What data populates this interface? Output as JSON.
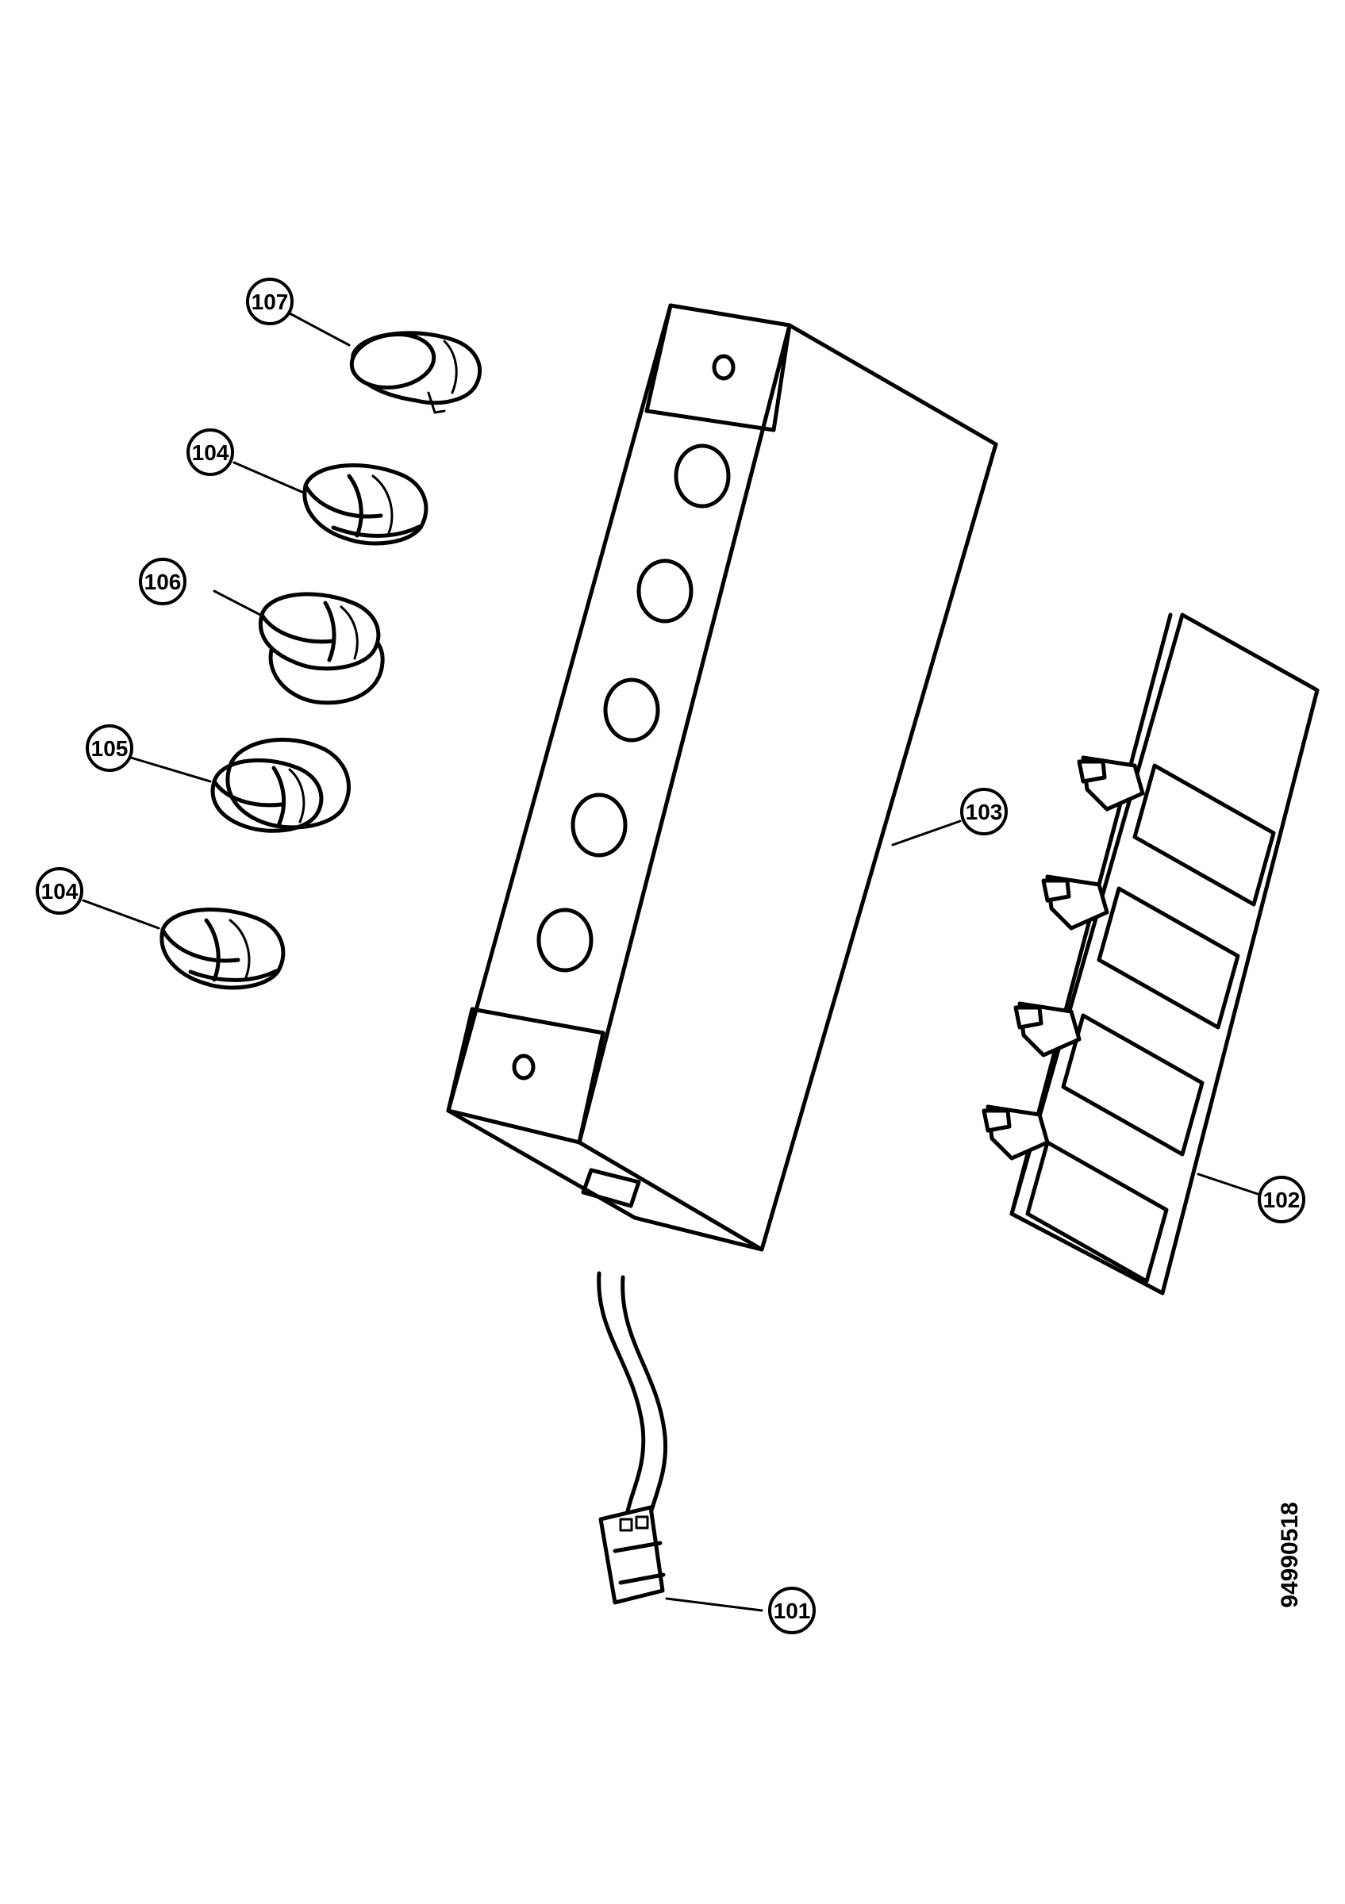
{
  "drawing": {
    "code": "94990518"
  },
  "callouts": [
    {
      "id": "c107",
      "label": "107"
    },
    {
      "id": "c104a",
      "label": "104"
    },
    {
      "id": "c106",
      "label": "106"
    },
    {
      "id": "c105",
      "label": "105"
    },
    {
      "id": "c104b",
      "label": "104"
    },
    {
      "id": "c103",
      "label": "103"
    },
    {
      "id": "c102",
      "label": "102"
    },
    {
      "id": "c101",
      "label": "101"
    }
  ]
}
